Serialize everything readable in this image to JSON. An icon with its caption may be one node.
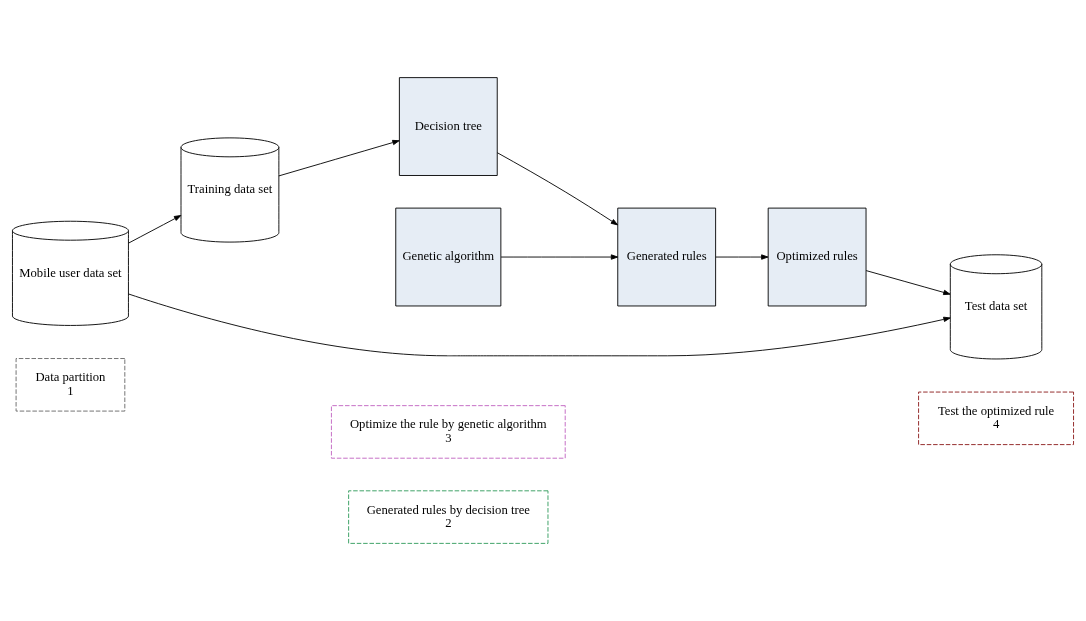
{
  "diagram": {
    "nodes": [
      {
        "text": [
          "Data partition",
          "1"
        ]
      },
      {
        "text": [
          "Generated rules by decision tree",
          "2"
        ]
      },
      {
        "text": [
          "Optimize the rule by genetic algorithm",
          "3"
        ]
      },
      {
        "text": [
          "Test the optimized rule",
          "4"
        ]
      },
      {
        "text": [
          "Mobile user data set"
        ]
      },
      {
        "text": [
          "Training data set"
        ]
      },
      {
        "text": [
          "Decision tree"
        ]
      },
      {
        "text": [
          "Generated rules"
        ]
      },
      {
        "text": [
          "Genetic algorithm"
        ]
      },
      {
        "text": [
          "Test data set"
        ]
      },
      {
        "text": [
          "Optimized rules"
        ]
      }
    ],
    "edges": [
      {
        "from": 4,
        "to": 5,
        "arrow": "to"
      },
      {
        "from": 4,
        "to": 9,
        "arrow": "to"
      },
      {
        "from": 5,
        "to": 6,
        "arrow": "to"
      },
      {
        "from": 6,
        "to": 7,
        "arrow": "to"
      },
      {
        "from": 8,
        "to": 7,
        "arrow": "to"
      },
      {
        "from": 7,
        "to": 10,
        "arrow": "to"
      },
      {
        "from": 10,
        "to": 9,
        "arrow": "to"
      }
    ]
  }
}
